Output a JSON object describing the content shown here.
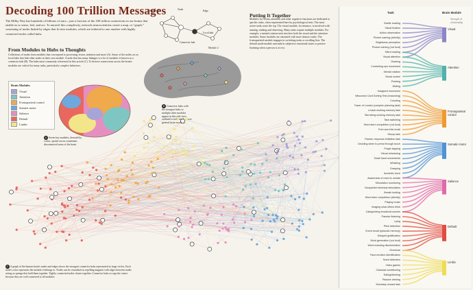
{
  "title": "Decoding 100 Trillion Messages",
  "intro": "The Milky Way has hundreds of billions of stars—just a fraction of the 100 trillion connections in our brains that enable us to sense, feel, and act. To unravel this complexity, network neuroscientists create a map, or “graph,” consisting of nodes linked by edges that fit into modules, which are tethered to one another with highly connected nodes called hubs.",
  "diagram_labels": {
    "module1": "Module 1",
    "node": "Node",
    "edge": "Edge",
    "local_hub": "Local hub",
    "connector_hub": "Connector hub",
    "module2": "Module 2"
  },
  "section1": {
    "heading": "From Modules to Hubs to Thoughts",
    "body": "Collections of nodes form modules that correspond to processing vision, attention and more (A). Some of the nodes act as local hubs that link other nodes in their own module. A node that has many linkages to a lot of modules is known as a connector hub (B). The hubs most commonly referenced in this article (C). To diverse connections across the brain's modules are critical for many tasks, particularly complex behaviors."
  },
  "legend": {
    "heading": "Brain Modules",
    "items": [
      {
        "label": "Visual",
        "color": "#a9a4d6"
      },
      {
        "label": "Attention",
        "color": "#7fc6c2"
      },
      {
        "label": "Frontoparietal control",
        "color": "#f0a94b"
      },
      {
        "label": "Somatic motor",
        "color": "#6fa8dc"
      },
      {
        "label": "Salience",
        "color": "#e58fc0"
      },
      {
        "label": "Default",
        "color": "#e9675e"
      },
      {
        "label": "Limbic",
        "color": "#f3e58a"
      }
    ]
  },
  "note_a": "Seven key modules, denoted by colors, spread across sometimes disconnected areas of the brain.",
  "note_b": "Connector hubs with the strongest links to multiple other modules appear in this side view, outlined to indicate the more general brain modules.",
  "note_c": "A graph of the human brain's nodes and edges shows the strongest connector hubs represented as large circles. Each node's color represents the module it belongs to. Nodes can be visualized as repelling magnets with edges between nodes acting as springs that hold them together. Tightly connected nodes cluster together. Connector hubs occupy the center because they are well connected to all modules.",
  "section2": {
    "heading": "Putting It Together",
    "body": "Modules for vision, attention and other cognitive functions are dedicated to specific tasks, often represented here by psychological tests. The most active tasks route the top. The visual module, for instance, is involved with naming, reading and observing. Many tasks require multiple modules. For example, a mental rotation task involves both the visual and the attention modules. Some modules are entrusted with more abstract tasks. The frontoparietal module engages in switching tasks or recalling lists. The default mode module unwinds in subjective emotional states or passive listening when a person is at rest."
  },
  "task_panel": {
    "task_header": "Task",
    "module_header": "Brain Module",
    "strength_label": "Strength of relationship",
    "modules": [
      {
        "label": "Visual",
        "color": "#8b86c9"
      },
      {
        "label": "Attention",
        "color": "#4fb3ab"
      },
      {
        "label": "Frontoparietal control",
        "color": "#ee9a30"
      },
      {
        "label": "Somatic motor",
        "color": "#4f93d6"
      },
      {
        "label": "Salience",
        "color": "#e06aaa"
      },
      {
        "label": "Default",
        "color": "#e24b42"
      },
      {
        "label": "Limbic",
        "color": "#eedc55"
      }
    ],
    "tasks": [
      "Braille reading",
      "Visual fixation",
      "Action observation",
      "Picture naming (silently)",
      "Brightness perception",
      "Picture naming (out loud)",
      "Silent reading",
      "Visual attention",
      "Drawing",
      "Controlling eye movement",
      "Mental rotation",
      "Visual control",
      "Pointing",
      "Writing",
      "Imagined movement",
      "Wisconsin Card Sorting Test (reasoning)",
      "Counting",
      "Tower of London (complex planning task)",
      "n-back working memory task",
      "Sternberg working memory task",
      "Task switching",
      "Word stem completion (out loud)",
      "Free word list recall",
      "Stroop task",
      "Flanker response inhibition task",
      "Deciding when to press through touch",
      "Finger tapping",
      "Visual rehearsing",
      "Small hand movements",
      "Whistling",
      "Grasping",
      "Isometric force",
      "Awareness of need to urinate",
      "Stimulation monitoring",
      "Nonpainful electrical stimulation",
      "Breath holding",
      "Word stem completion (silently)",
      "Playing music",
      "Imaging what others think",
      "Categorizing emotional scenes",
      "Passive listening",
      "Lying",
      "Pitch detection",
      "Event recall (episodic memory)",
      "Delayed gratification",
      "Word generation (out loud)",
      "Word meaning discrimination",
      "Grammar",
      "Face-emotion identification",
      "Scent detection",
      "Video games",
      "Classical conditioning",
      "Eating/drinking",
      "Passive viewing",
      "Monetary reward task"
    ]
  }
}
